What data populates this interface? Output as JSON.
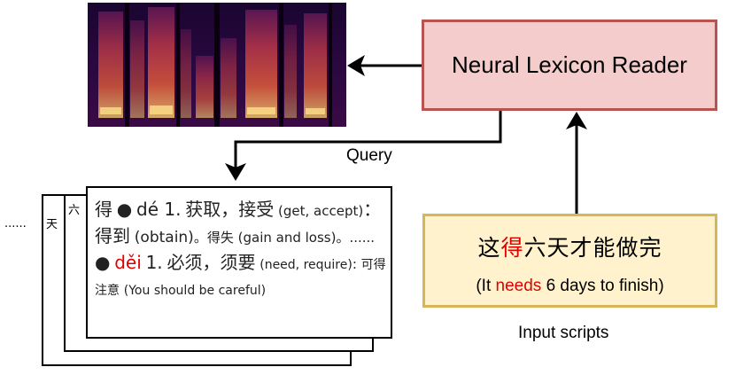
{
  "reader": {
    "label": "Neural Lexicon Reader"
  },
  "input": {
    "chinese_before": "这",
    "chinese_highlight": "得",
    "chinese_after": "六天才能做完",
    "english_before": "(It ",
    "english_highlight": "needs",
    "english_after": " 6 days to finish)",
    "caption": "Input scripts"
  },
  "query": {
    "label": "Query"
  },
  "stack": {
    "ellipsis": "......",
    "card3_char": "天",
    "card2_char": "六"
  },
  "entry": {
    "char": "得",
    "bullet1": "●",
    "pron1": "dé 1.",
    "def1_cn": "获取，接受",
    "def1_en": "(get, accept)",
    "colon1": "：",
    "def2_cn": "得到",
    "def2_en": "(obtain)",
    "sep1": "。",
    "def3_cn": "得失",
    "def3_en": "(gain and loss)",
    "sep2": "。......",
    "bullet2": "●",
    "pron2": "děi",
    "num2": "1.",
    "def4_cn": "必须，须要",
    "def4_en": "(need, require)",
    "colon2": ":",
    "def5_cn": "可得注意",
    "def5_en": "(You should be careful)"
  },
  "colors": {
    "reader_fill": "#f4cccc",
    "reader_border": "#b85450",
    "input_fill": "#fff2cc",
    "input_border": "#d6b656",
    "highlight": "#e00000"
  }
}
